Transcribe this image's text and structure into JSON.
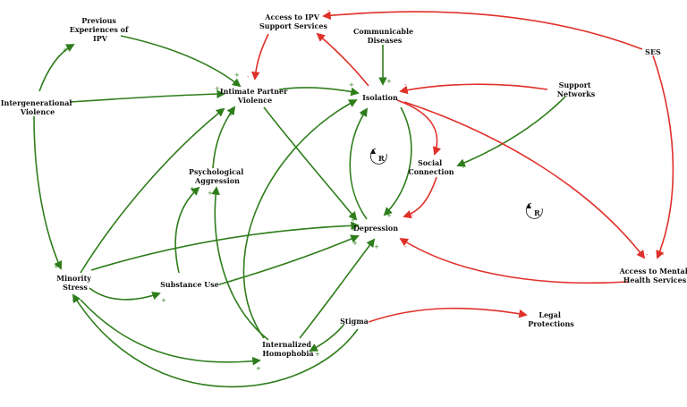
{
  "colors": {
    "positive": "#2e7d1b",
    "negative": "#e0302a",
    "text": "#111111"
  },
  "nodes": {
    "previous_ipv": [
      "Previous",
      "Experiences of",
      "IPV"
    ],
    "access_ipv": [
      "Access to IPV",
      "Support Services"
    ],
    "communicable": [
      "Communicable",
      "Diseases"
    ],
    "ses": [
      "SES"
    ],
    "intergenerational": [
      "Intergenerational",
      "Violence"
    ],
    "ipv": [
      "Intimate Partner",
      "Violence"
    ],
    "isolation": [
      "Isolation"
    ],
    "support_networks": [
      "Support",
      "Networks"
    ],
    "psych_aggression": [
      "Psychological",
      "Aggression"
    ],
    "social_connection": [
      "Social",
      "Connection"
    ],
    "depression": [
      "Depression"
    ],
    "minority_stress": [
      "Minority",
      "Stress"
    ],
    "substance_use": [
      "Substance Use"
    ],
    "access_mental": [
      "Access to Mental",
      "Health Services"
    ],
    "stigma": [
      "Stigma"
    ],
    "legal_protections": [
      "Legal",
      "Protections"
    ],
    "internalized_homophobia": [
      "Internalized",
      "Homophobia"
    ]
  },
  "signs": {
    "positive": "+",
    "negative": "-"
  },
  "loops": [
    "R",
    "R"
  ]
}
